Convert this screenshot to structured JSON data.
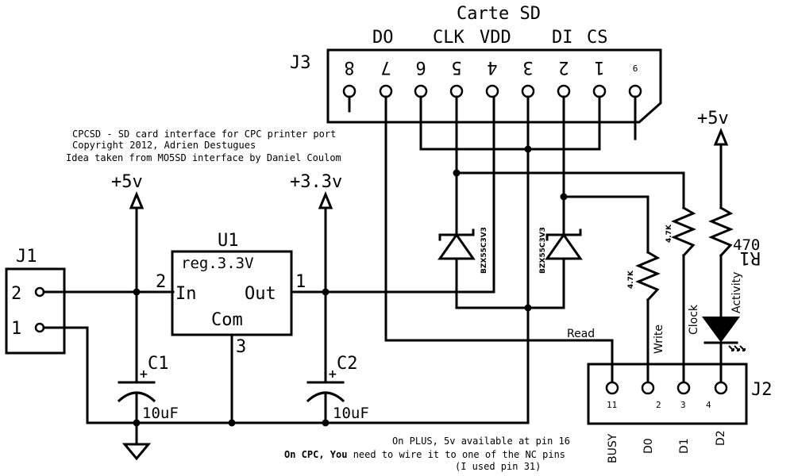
{
  "notes": {
    "line1": "CPCSD - SD card interface for CPC printer port",
    "line2": "Copyright 2012, Adrien Destugues",
    "line3": "Idea taken from MO5SD interface by Daniel Coulom",
    "bottom1": "On PLUS, 5v available at pin 16",
    "bottom2_bold": "On CPC, You",
    "bottom2_rest": " need to wire it to one of the NC pins",
    "bottom3": "(I used pin 31)"
  },
  "j3": {
    "ref": "J3",
    "title": "Carte SD",
    "signals": [
      "DO",
      "CLK",
      "VDD",
      "DI",
      "CS"
    ],
    "pins": [
      "8",
      "7",
      "6",
      "5",
      "4",
      "3",
      "2",
      "1",
      "9"
    ]
  },
  "j1": {
    "ref": "J1",
    "pins": [
      "2",
      "1"
    ]
  },
  "u1": {
    "ref": "U1",
    "value": "reg.3.3V",
    "pin_in": "In",
    "pin_out": "Out",
    "pin_com": "Com",
    "pin_in_num": "2",
    "pin_out_num": "1",
    "pin_com_num": "3"
  },
  "power": {
    "p5v_a": "+5v",
    "p33v": "+3.3v",
    "p5v_b": "+5v"
  },
  "c1": {
    "ref": "C1",
    "value": "10uF"
  },
  "c2": {
    "ref": "C2",
    "value": "10uF"
  },
  "zeners": [
    {
      "value": "BZX55C3V3"
    },
    {
      "value": "BZX55C3V3"
    }
  ],
  "resistors": {
    "write": {
      "value": "4.7K",
      "net": "Write"
    },
    "clock": {
      "value": "4.7K",
      "net": "Clock"
    },
    "r1": {
      "ref": "R1",
      "value": "470",
      "net": "Activity"
    }
  },
  "nets": {
    "read": "Read"
  },
  "j2": {
    "ref": "J2",
    "pins": [
      "11",
      "2",
      "3",
      "4"
    ],
    "signals": [
      "BUSY",
      "D0",
      "D1",
      "D2"
    ]
  }
}
